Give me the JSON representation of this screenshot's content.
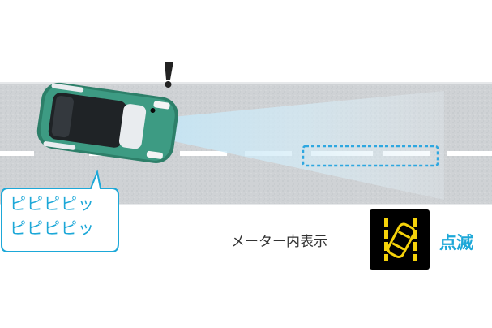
{
  "alert_bubble": {
    "lines": [
      "ピピピピッ",
      "ピピピピッ"
    ]
  },
  "indicator": {
    "label": "メーター内表示",
    "status": "点滅",
    "icon": "lane-departure-warning-icon",
    "icon_color": "#f5d20a"
  },
  "colors": {
    "accent": "#1da8d8",
    "road": "#cdd0d3",
    "car_body": "#3d9b83",
    "lane_mark": "#ffffff"
  }
}
